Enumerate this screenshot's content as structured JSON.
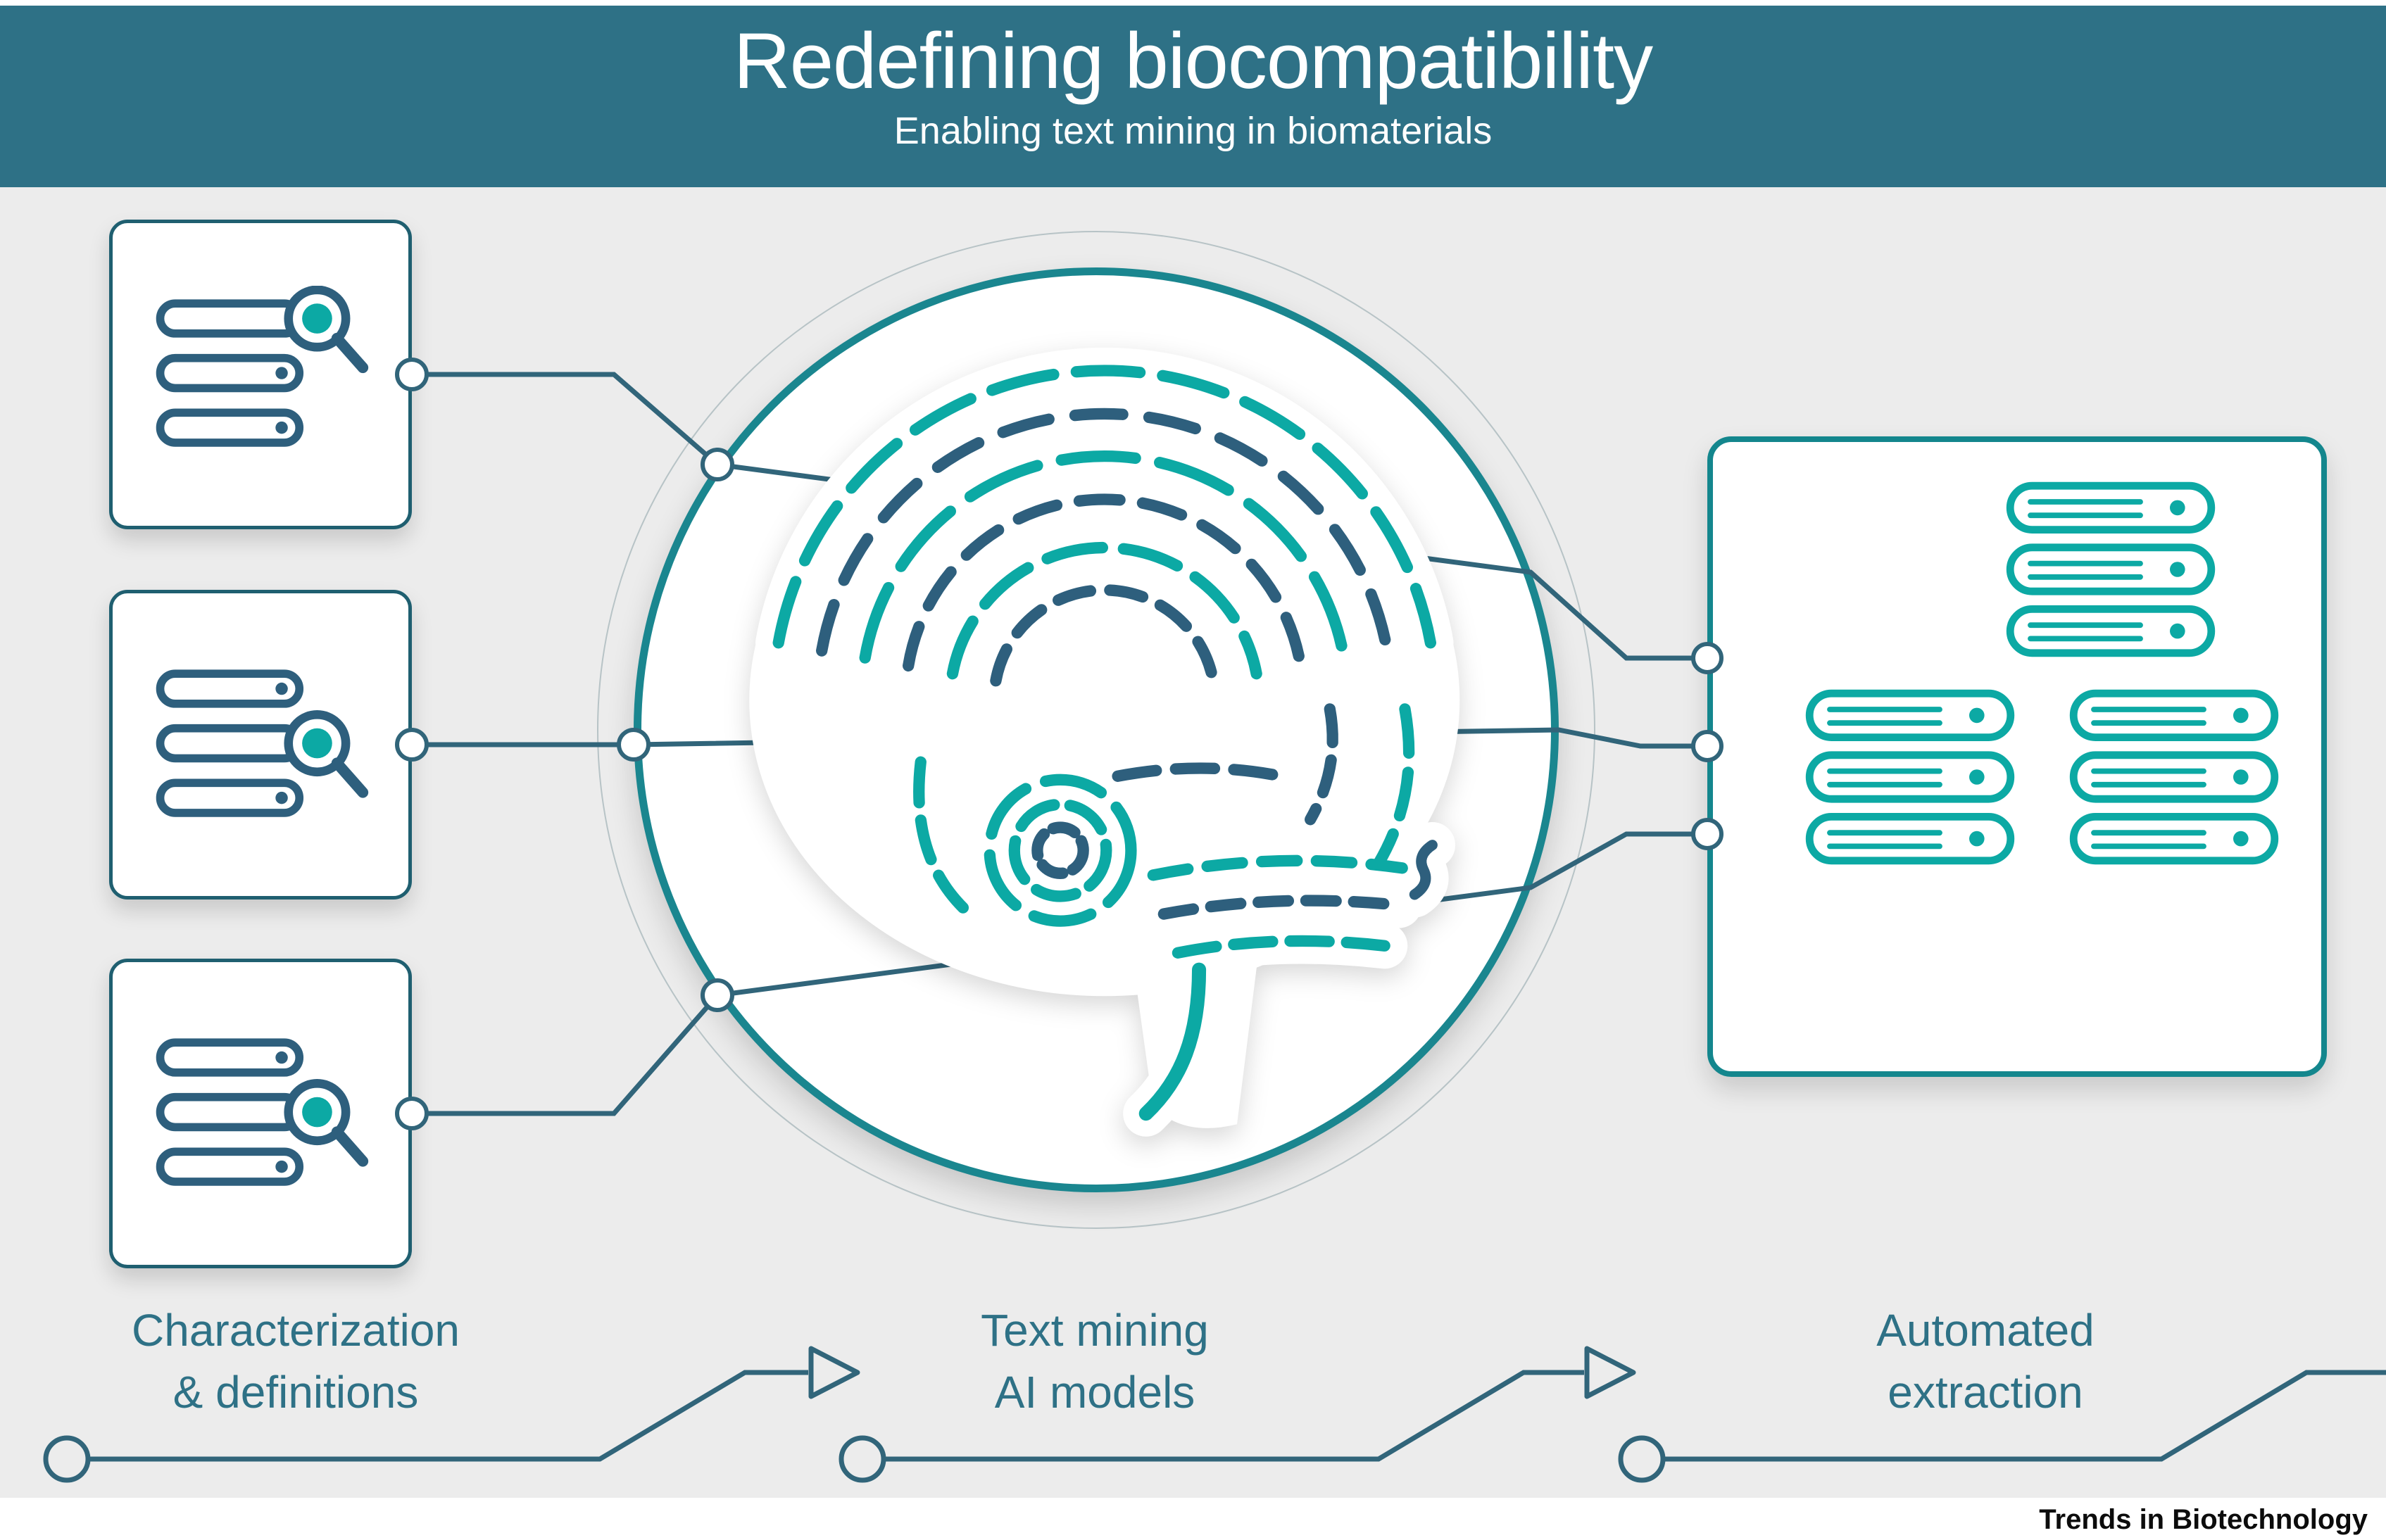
{
  "header": {
    "title": "Redefining biocompatibility",
    "subtitle": "Enabling text mining in biomaterials"
  },
  "steps": [
    {
      "line1": "Characterization",
      "line2": "& definitions"
    },
    {
      "line1": "Text mining",
      "line2": "AI models"
    },
    {
      "line1": "Automated",
      "line2": "extraction"
    }
  ],
  "footer": {
    "brand": "Trends in Biotechnology"
  },
  "icons": {
    "left_cards": "document-search-icon",
    "right_card": "database-servers-icon",
    "center": "brain-maze-illustration",
    "timeline": "process-arrow-icons"
  },
  "colors": {
    "header_bg": "#2e7186",
    "teal": "#0ca9a4",
    "dark_blue": "#2e5f7d",
    "connector_slate": "#31657a",
    "background_gray": "#ececec",
    "label_text": "#2e7186",
    "circle_border": "#1a868f"
  }
}
